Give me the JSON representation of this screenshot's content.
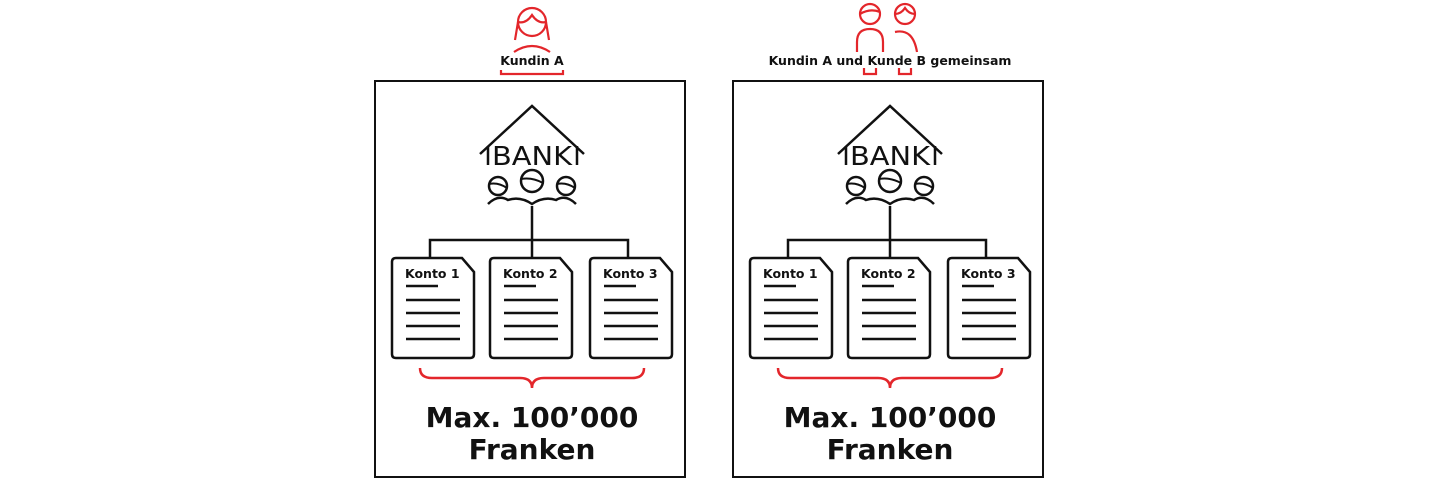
{
  "colors": {
    "accent": "#e3262b",
    "ink": "#111111"
  },
  "panels": [
    {
      "owner": "Kundin A",
      "person_icon": "woman-icon",
      "bank_label": "BANK",
      "accounts": [
        "Konto 1",
        "Konto 2",
        "Konto 3"
      ],
      "limit_line1": "Max. 100’000",
      "limit_line2": "Franken"
    },
    {
      "owner": "Kundin A und Kunde B gemeinsam",
      "person_icon": "two-people-icon",
      "bank_label": "BANK",
      "accounts": [
        "Konto 1",
        "Konto 2",
        "Konto 3"
      ],
      "limit_line1": "Max. 100’000",
      "limit_line2": "Franken"
    }
  ]
}
